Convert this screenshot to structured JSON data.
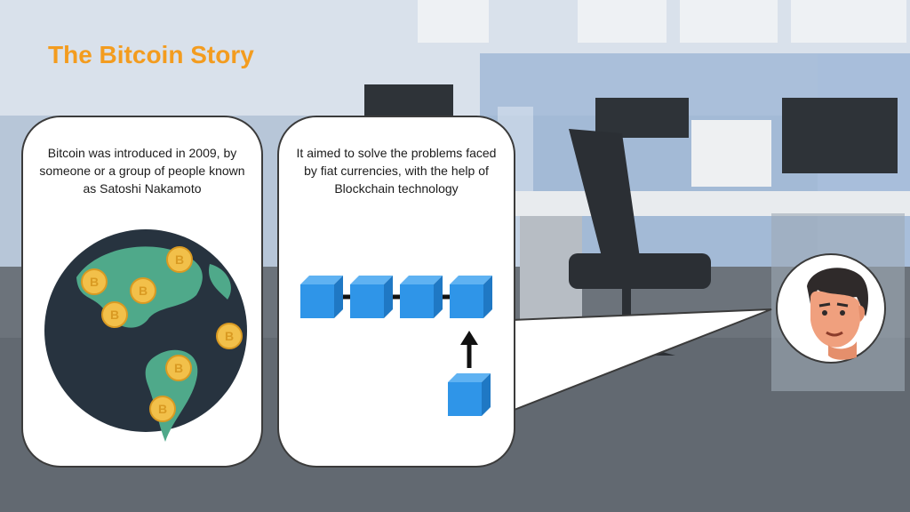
{
  "slide": {
    "title": "The Bitcoin Story",
    "card_left": {
      "text": "Bitcoin was introduced in 2009, by someone or a group of people known as Satoshi Nakamoto",
      "coin_symbol": "B",
      "icon": "globe-with-bitcoins"
    },
    "card_right": {
      "text": "It aimed to solve the problems faced by fiat currencies, with the help of Blockchain technology",
      "icon": "blockchain-blocks"
    },
    "avatar": {
      "icon": "person-face"
    },
    "colors": {
      "title": "#f39c1f",
      "block": "#2f95e8",
      "globe_ocean": "#27333f",
      "globe_land": "#4fa98a",
      "coin": "#f2c04a"
    }
  }
}
